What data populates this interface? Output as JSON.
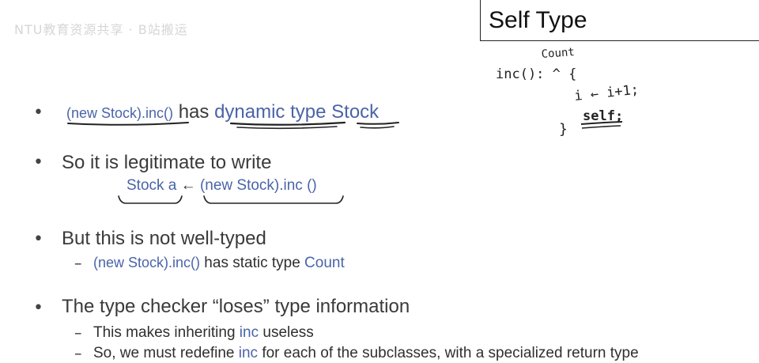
{
  "watermark": "NTU教育资源共享 · B站搬运",
  "slide": {
    "title": "Self Type",
    "bullets": [
      {
        "prefix": "(new Stock).inc()",
        "middle": " has ",
        "emph": "dynamic type",
        "space": " ",
        "type": "Stock"
      },
      {
        "text": "So it is legitimate to write",
        "code_left": "Stock a",
        "arrow": " ← ",
        "code_right": "(new Stock).inc ()"
      },
      {
        "text": "But this is not well-typed",
        "sub": {
          "dash": "–",
          "code": "(new Stock).inc()",
          "middle": "  has static type ",
          "type": "Count"
        }
      },
      {
        "text": "The type checker “loses” type information",
        "subs": [
          {
            "dash": "–",
            "pre": "This makes inheriting ",
            "kw": "inc",
            "post": " useless"
          },
          {
            "dash": "–",
            "pre": "So, we must redefine ",
            "kw": "inc",
            "post": " for each of the subclasses, with a specialized return type"
          }
        ]
      }
    ],
    "handwriting": {
      "line1": "inc():",
      "over": "Count",
      "line2": "i ← i+1;",
      "line3": "self;",
      "close": "}"
    }
  }
}
